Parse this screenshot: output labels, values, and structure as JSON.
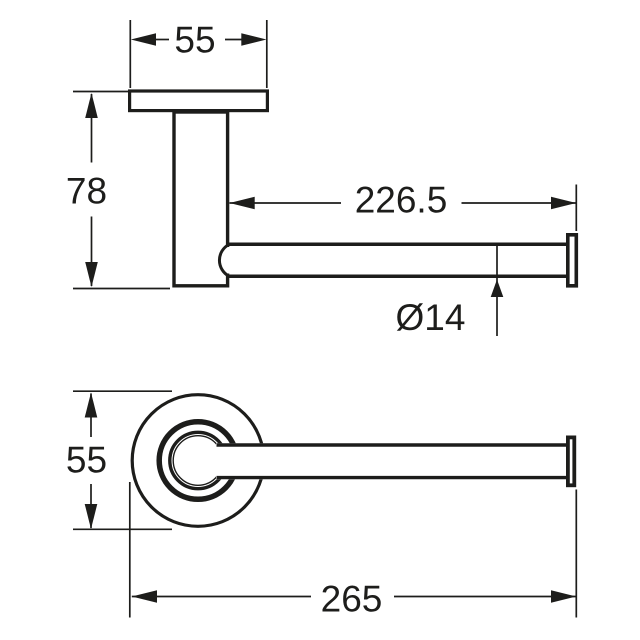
{
  "diagram": {
    "type": "technical-dimension-drawing",
    "colors": {
      "line": "#1d1d1b",
      "background": "#ffffff"
    },
    "side_view": {
      "plate_width_label": "55",
      "height_label": "78",
      "bar_length_label": "226.5",
      "bar_diameter_label": "Ø14"
    },
    "front_view": {
      "flange_diameter_label": "55",
      "overall_length_label": "265"
    }
  }
}
